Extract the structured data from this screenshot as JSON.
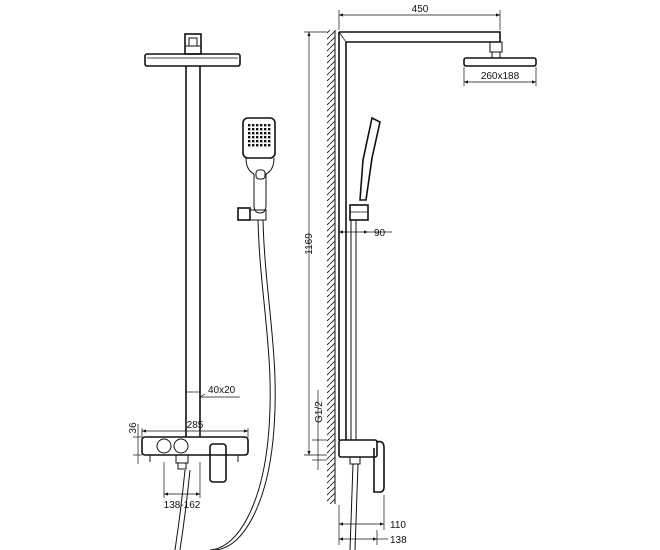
{
  "dimensions": {
    "head_arm_length": "450",
    "head_size": "260x188",
    "slide_offset": "90",
    "total_height": "1169",
    "pipe_section": "40x20",
    "mixer_width": "285",
    "mixer_height": "36",
    "inlet_spacing": "138-162",
    "thread": "G1/2",
    "wall_to_outlet": "110",
    "wall_to_body": "138"
  }
}
